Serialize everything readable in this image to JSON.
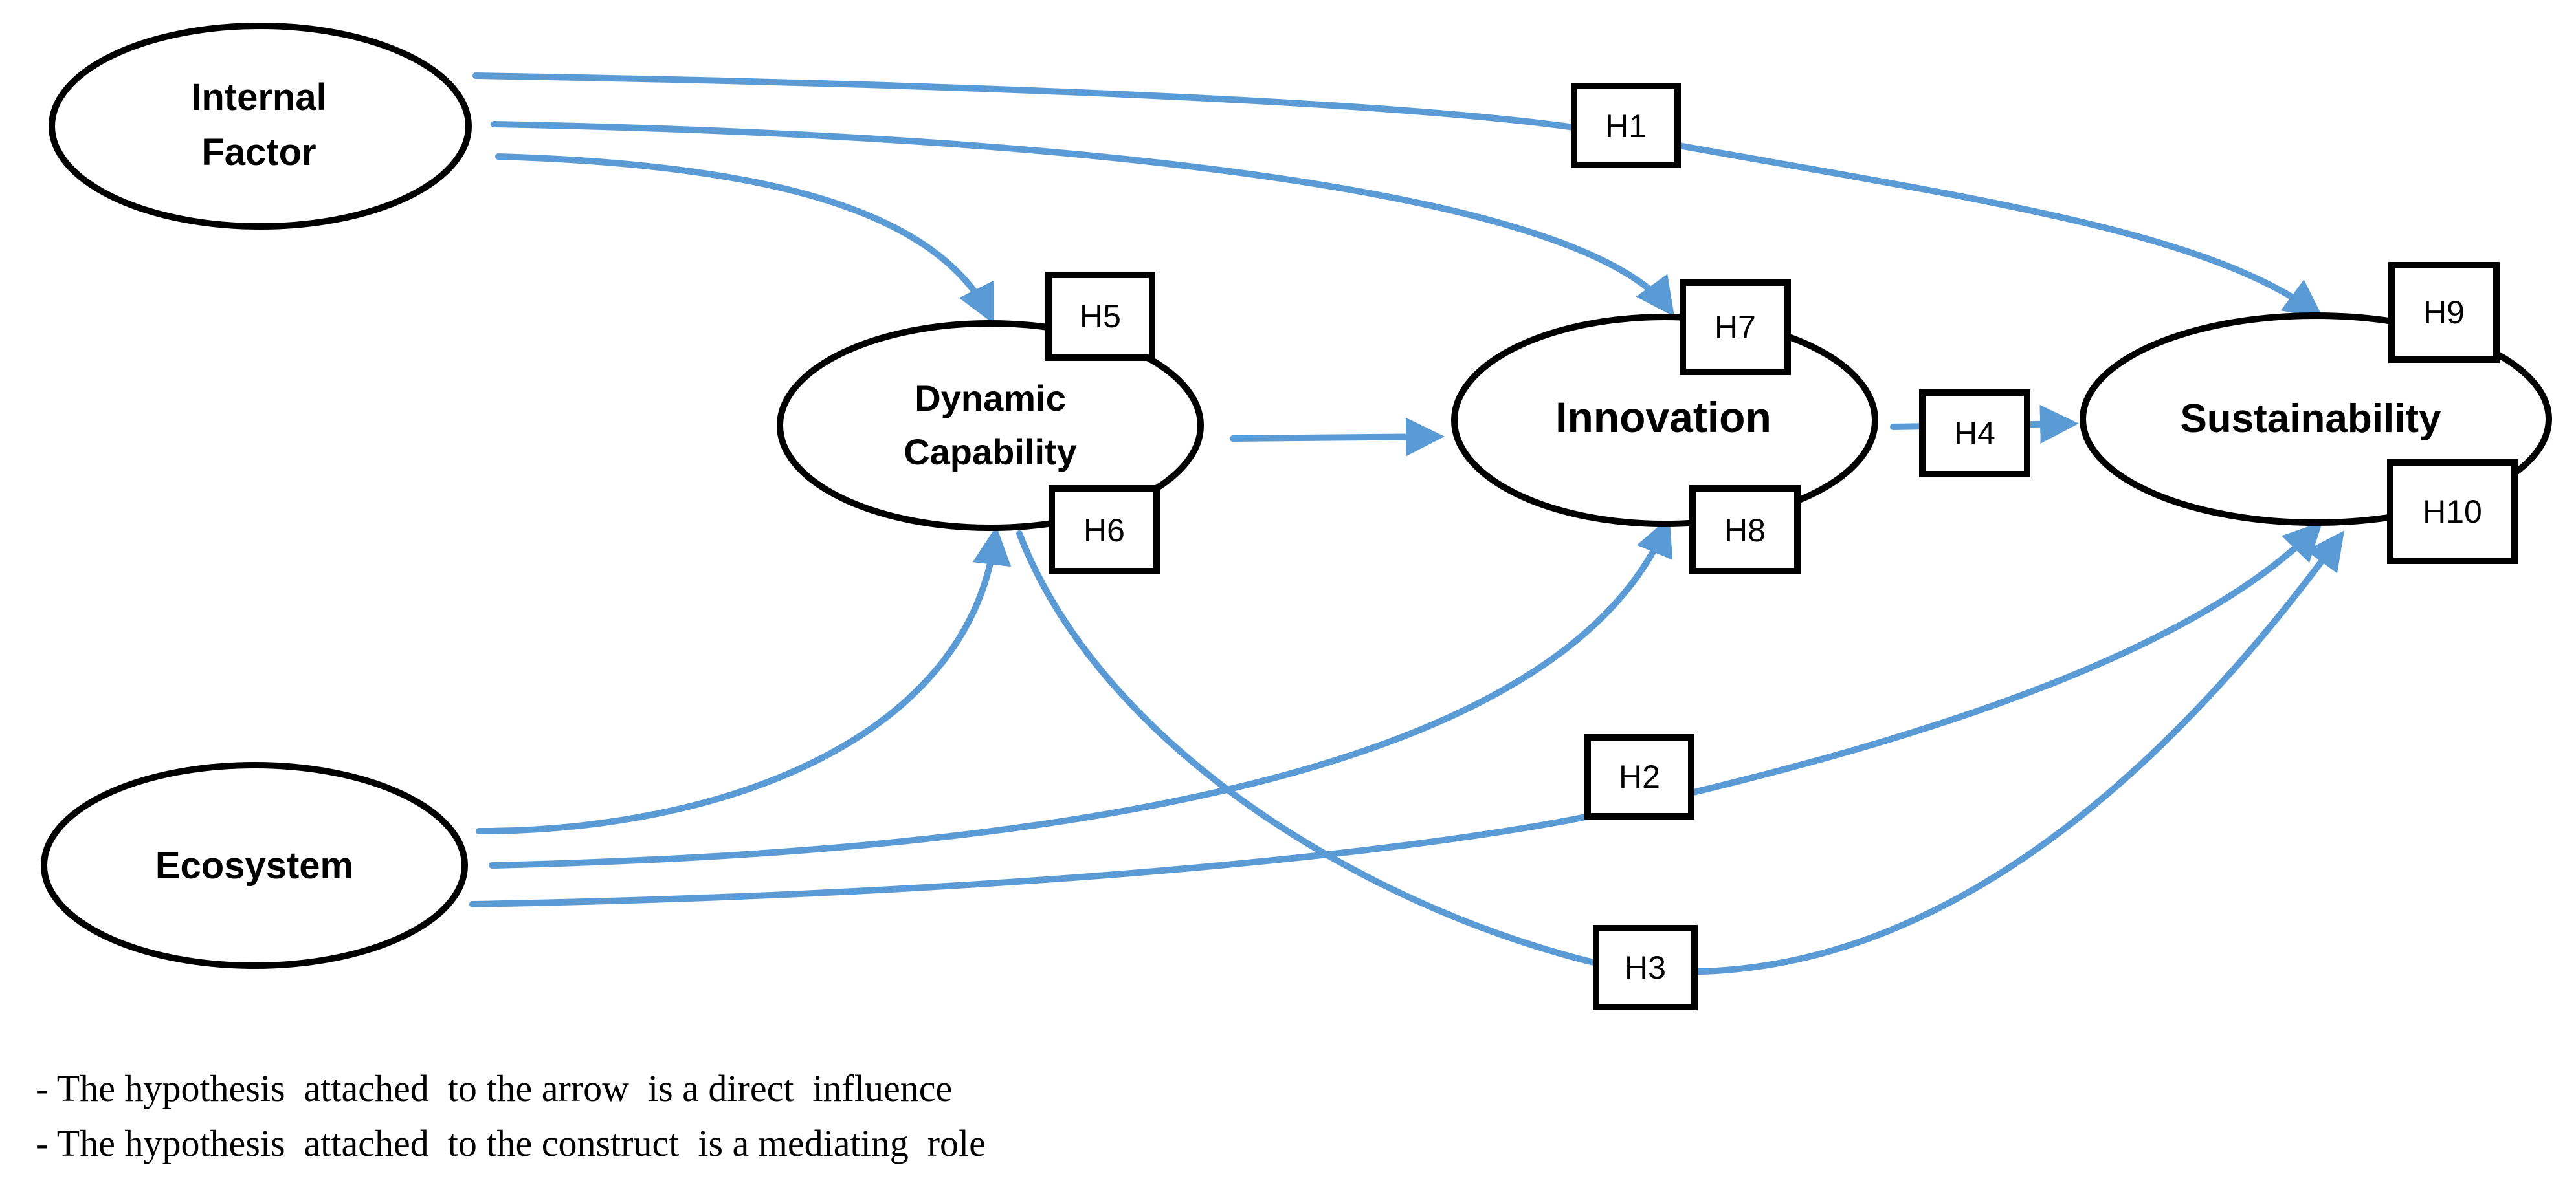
{
  "colors": {
    "arrow": "#5b9bd5",
    "outline": "#000000",
    "background": "#ffffff"
  },
  "constructs": {
    "internal_factor": {
      "line1": "Internal",
      "line2": "Factor"
    },
    "ecosystem": {
      "label": "Ecosystem"
    },
    "dynamic_capability": {
      "line1": "Dynamic",
      "line2": "Capability"
    },
    "innovation": {
      "label": "Innovation"
    },
    "sustainability": {
      "label": "Sustainability"
    }
  },
  "hypotheses": {
    "h1": "H1",
    "h2": "H2",
    "h3": "H3",
    "h4": "H4",
    "h5": "H5",
    "h6": "H6",
    "h7": "H7",
    "h8": "H8",
    "h9": "H9",
    "h10": "H10"
  },
  "notes": [
    "- The hypothesis  attached  to the arrow  is a direct  influence",
    "- The hypothesis  attached  to the construct  is a mediating  role"
  ]
}
